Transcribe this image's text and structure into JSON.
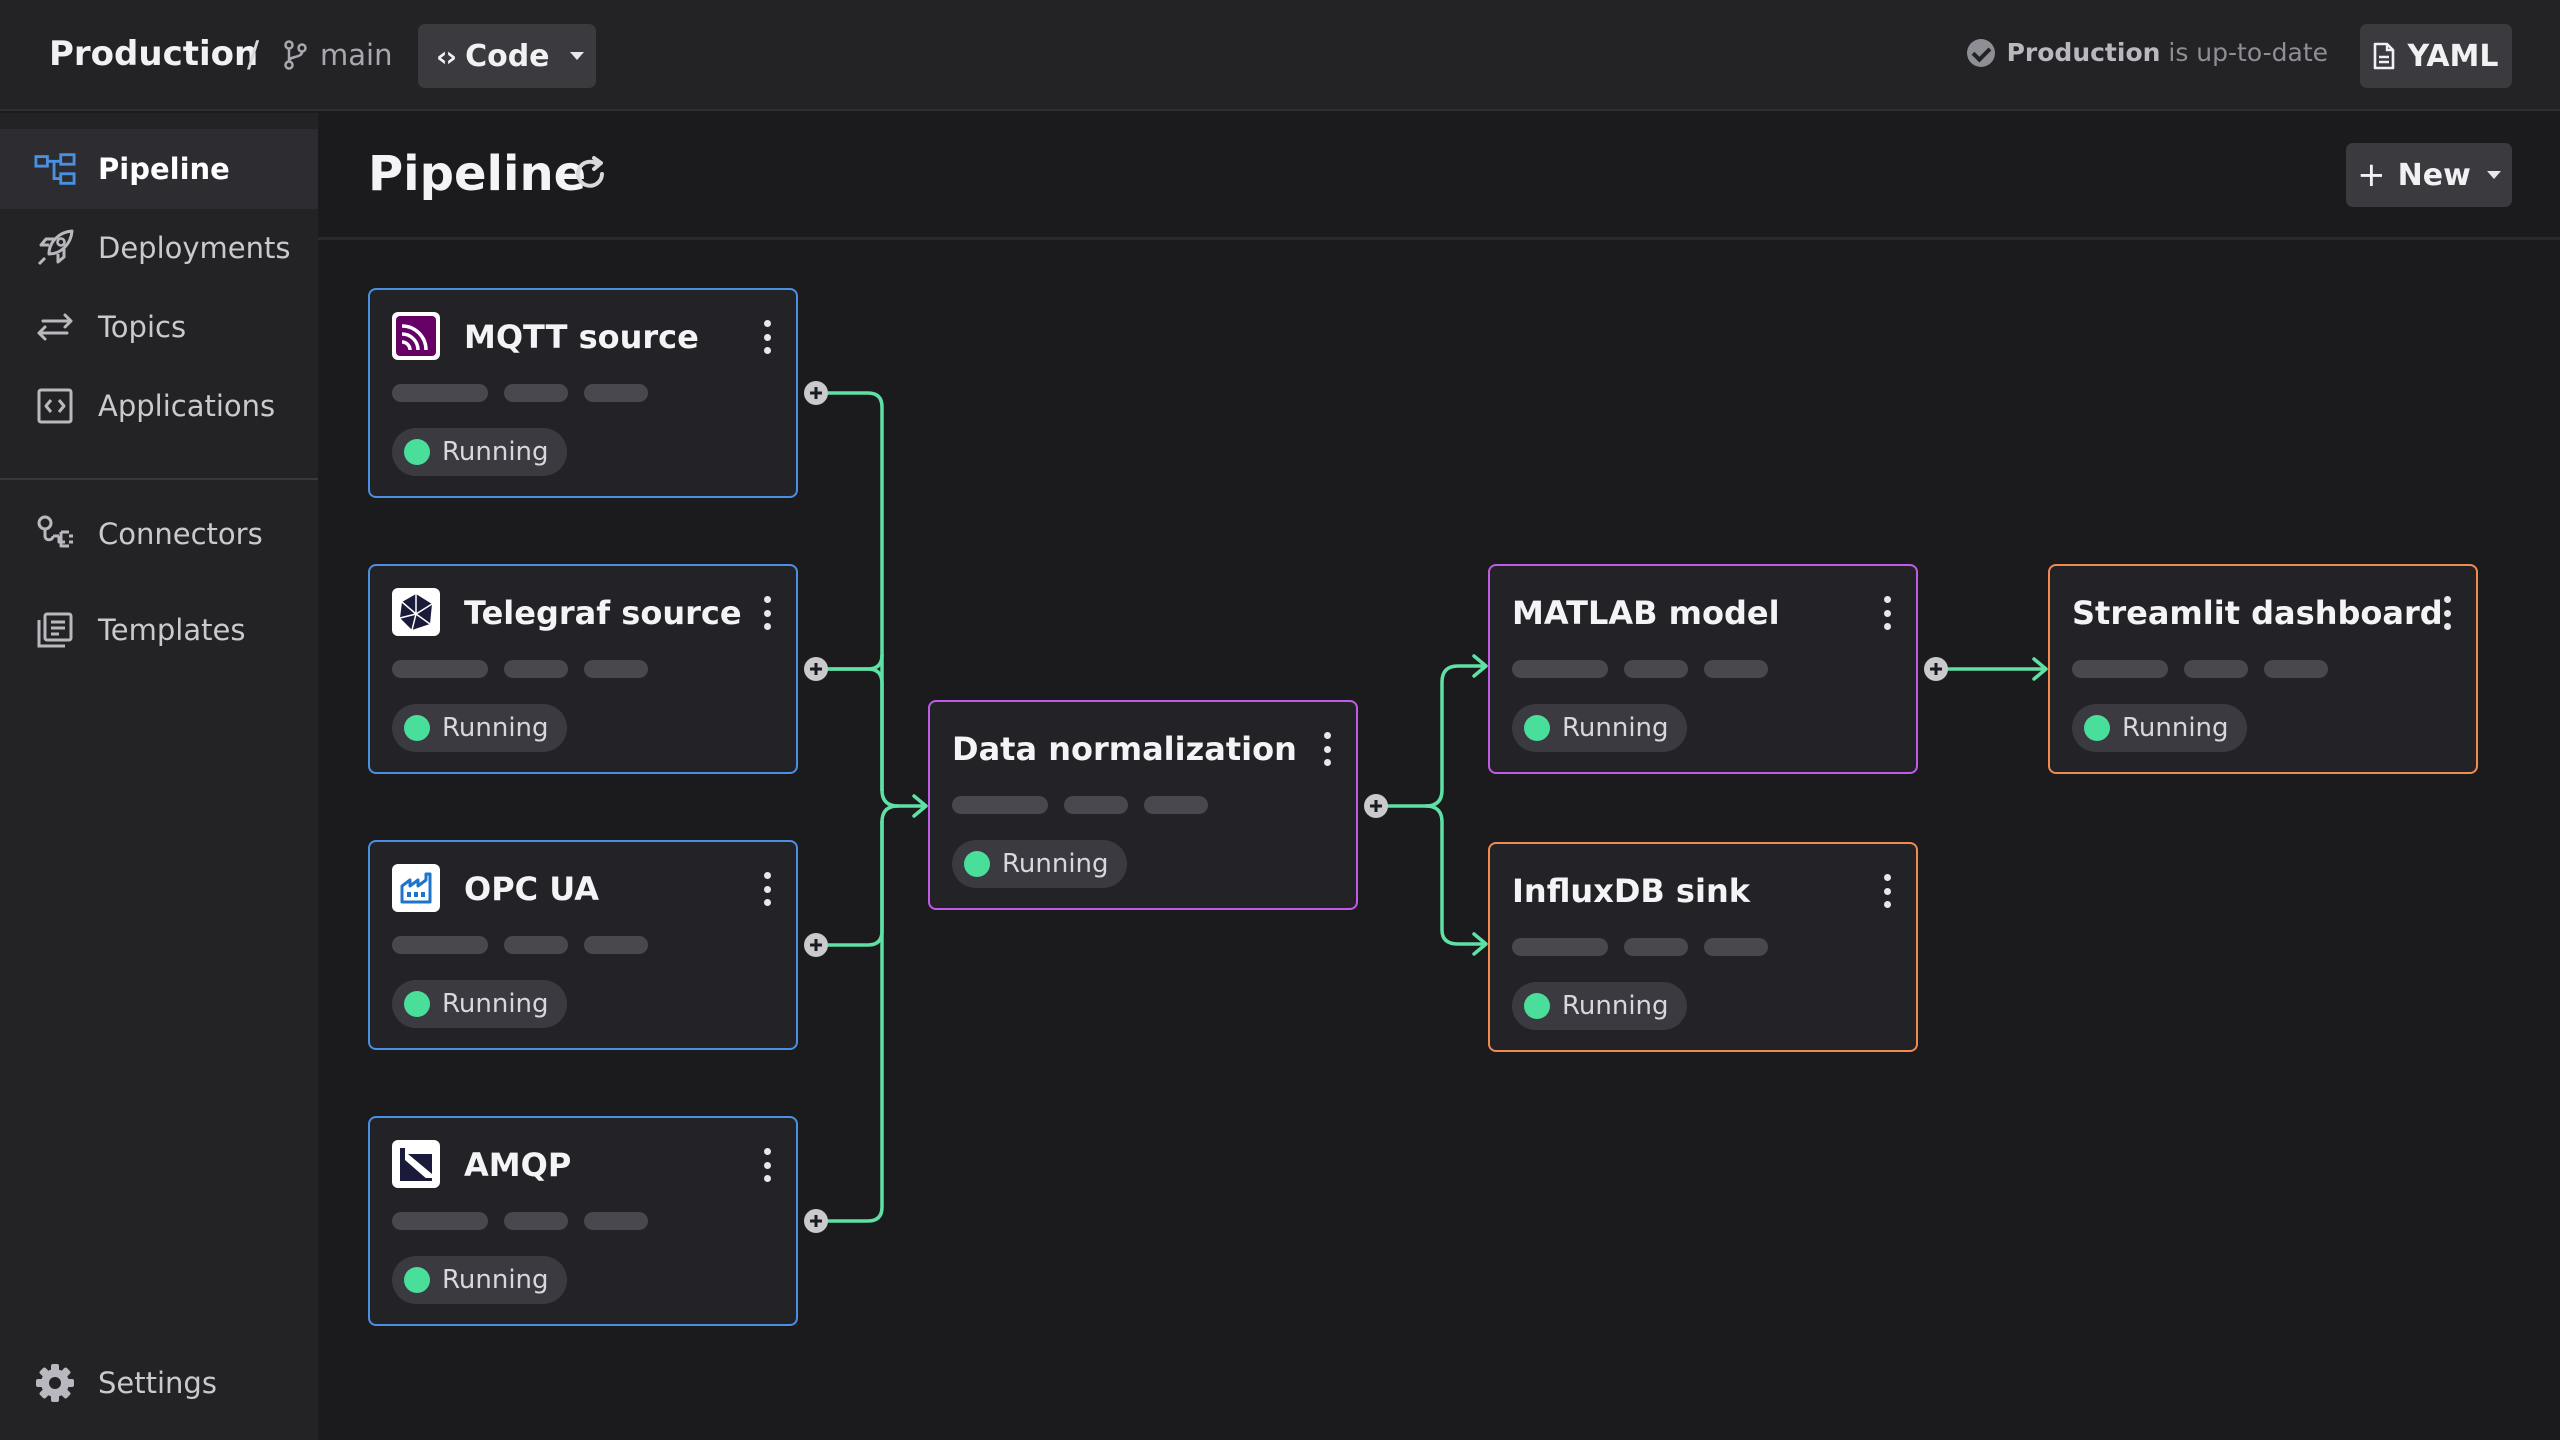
{
  "header": {
    "project": "Production",
    "separator": "/",
    "branch": "main",
    "code_button": "Code",
    "status_strong": "Production",
    "status_rest": "is up-to-date",
    "yaml_button": "YAML"
  },
  "sidebar": {
    "items": [
      {
        "label": "Pipeline",
        "icon": "pipeline-icon",
        "active": true
      },
      {
        "label": "Deployments",
        "icon": "rocket-icon"
      },
      {
        "label": "Topics",
        "icon": "arrows-icon"
      },
      {
        "label": "Applications",
        "icon": "code-window-icon"
      },
      {
        "label": "Connectors",
        "icon": "plug-icon"
      },
      {
        "label": "Templates",
        "icon": "templates-icon"
      }
    ],
    "settings": "Settings"
  },
  "main": {
    "title": "Pipeline",
    "new_button": "New"
  },
  "nodes": [
    {
      "title": "MQTT source",
      "status": "Running",
      "logo": "mqtt-logo"
    },
    {
      "title": "Telegraf source",
      "status": "Running",
      "logo": "telegraf-logo"
    },
    {
      "title": "OPC UA",
      "status": "Running",
      "logo": "opcua-logo"
    },
    {
      "title": "AMQP",
      "status": "Running",
      "logo": "amqp-logo"
    },
    {
      "title": "Data normalization",
      "status": "Running"
    },
    {
      "title": "MATLAB model",
      "status": "Running"
    },
    {
      "title": "InfluxDB sink",
      "status": "Running"
    },
    {
      "title": "Streamlit dashboard",
      "status": "Running"
    }
  ],
  "colors": {
    "source_border": "#4a90e2",
    "transform_border": "#c05be6",
    "sink_border": "#f08a50",
    "connector": "#5fe0a4",
    "running": "#4ade9b"
  }
}
